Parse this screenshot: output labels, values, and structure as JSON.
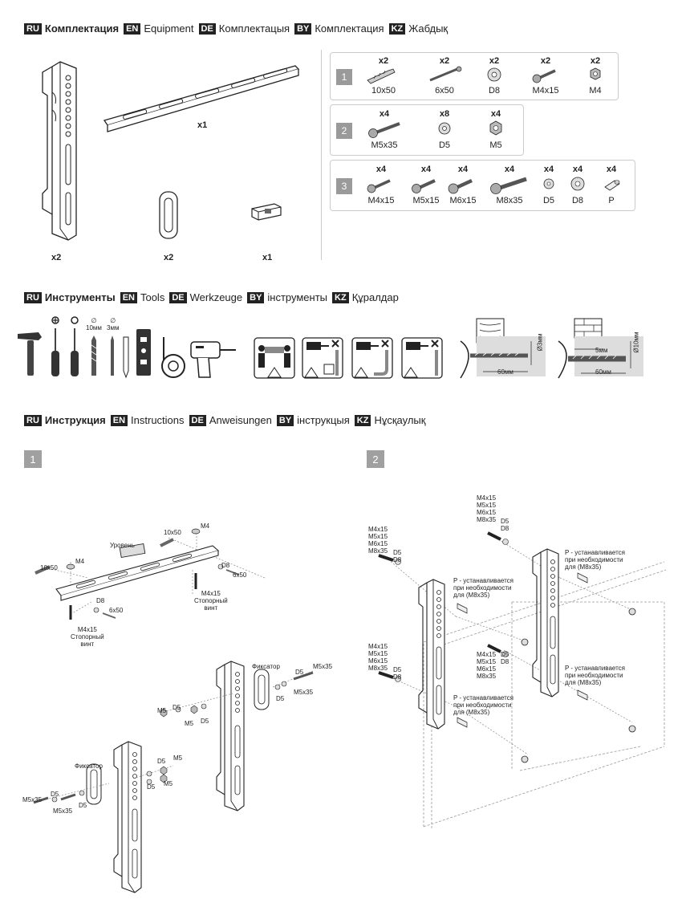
{
  "headers": {
    "equipment": [
      {
        "tag": "RU",
        "text": "Комплектация",
        "bold": true
      },
      {
        "tag": "EN",
        "text": "Equipment"
      },
      {
        "tag": "DE",
        "text": "Комплектацыя"
      },
      {
        "tag": "BY",
        "text": "Комплектация"
      },
      {
        "tag": "KZ",
        "text": "Жабдық"
      }
    ],
    "tools": [
      {
        "tag": "RU",
        "text": "Инструменты",
        "bold": true
      },
      {
        "tag": "EN",
        "text": "Tools"
      },
      {
        "tag": "DE",
        "text": "Werkzeuge"
      },
      {
        "tag": "BY",
        "text": "інструменты"
      },
      {
        "tag": "KZ",
        "text": "Құралдар"
      }
    ],
    "instructions": [
      {
        "tag": "RU",
        "text": "Инструкция",
        "bold": true
      },
      {
        "tag": "EN",
        "text": "Instructions"
      },
      {
        "tag": "DE",
        "text": "Anweisungen"
      },
      {
        "tag": "BY",
        "text": "інструкцыя"
      },
      {
        "tag": "KZ",
        "text": "Нұсқаулық"
      }
    ]
  },
  "parts": {
    "bracket_qty": "x2",
    "rail_qty": "x1",
    "clip_qty": "x2",
    "level_qty": "x1"
  },
  "kits": [
    {
      "num": "1",
      "items": [
        {
          "q": "x2",
          "l": "10x50"
        },
        {
          "q": "x2",
          "l": "6x50"
        },
        {
          "q": "x2",
          "l": "D8"
        },
        {
          "q": "x2",
          "l": "M4x15"
        },
        {
          "q": "x2",
          "l": "M4"
        }
      ]
    },
    {
      "num": "2",
      "items": [
        {
          "q": "x4",
          "l": "M5x35"
        },
        {
          "q": "x8",
          "l": "D5"
        },
        {
          "q": "x4",
          "l": "M5"
        }
      ]
    },
    {
      "num": "3",
      "items": [
        {
          "q": "x4",
          "l": "M4x15"
        },
        {
          "q": "x4",
          "l": "M5x15"
        },
        {
          "q": "x4",
          "l": "M6x15"
        },
        {
          "q": "x4",
          "l": "M8x35"
        },
        {
          "q": "x4",
          "l": "D5"
        },
        {
          "q": "x4",
          "l": "D8"
        },
        {
          "q": "x4",
          "l": "P"
        }
      ]
    }
  ],
  "tools": {
    "drill_sizes": [
      "10мм",
      "3мм"
    ],
    "wood_depth": "60мм",
    "wood_dia": "Ø3мм",
    "brick_depth": "60мм",
    "brick_offset": "5мм",
    "brick_dia": "Ø10мм"
  },
  "steps": {
    "s1": "1",
    "s2": "2"
  },
  "step1_labels": {
    "level": "Уровень",
    "dowel_a": "10x50",
    "dowel_b": "10x50",
    "m4_a": "M4",
    "m4_b": "M4",
    "d8_a": "D8",
    "d8_b": "D8",
    "screw_a": "6x50",
    "screw_b": "6x50",
    "stop_a": "M4x15\nСтопорный\nвинт",
    "stop_b": "M4x15\nСтопорный\nвинт",
    "fix_a": "Фиксатор",
    "fix_b": "Фиксатор",
    "m5x35_a": "M5x35",
    "m5x35_b": "M5x35",
    "m5x35_c": "M5x35",
    "m5x35_d": "M5x35",
    "d5_list": "D5",
    "m5": "M5"
  },
  "step2_labels": {
    "screws": "M4x15\nM5x15\nM6x15\nM8x35",
    "washers": "D5\nD8",
    "spacer": "P - устанавливается\nпри необходимости\nдля (M8x35)"
  }
}
